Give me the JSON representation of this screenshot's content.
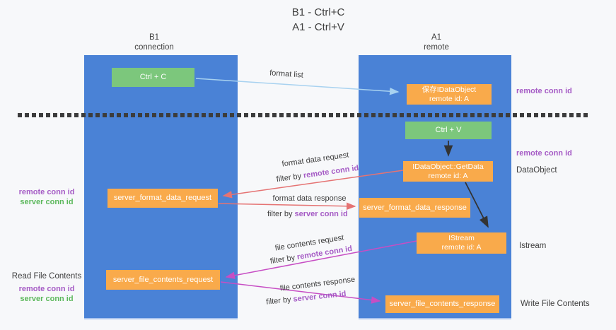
{
  "title": {
    "line1": "B1 - Ctrl+C",
    "line2": "A1 - Ctrl+V"
  },
  "lanes": {
    "left": {
      "name": "B1",
      "subtitle": "connection"
    },
    "right": {
      "name": "A1",
      "subtitle": "remote"
    }
  },
  "nodes": {
    "ctrl_c": {
      "label": "Ctrl + C"
    },
    "save_dataobject": {
      "line1": "保存IDataObject",
      "line2": "remote id: A"
    },
    "ctrl_v": {
      "label": "Ctrl + V"
    },
    "getdata": {
      "line1": "IDataObject::GetData",
      "line2": "remote id: A"
    },
    "format_request": {
      "label": "server_format_data_request"
    },
    "format_response": {
      "label": "server_format_data_response"
    },
    "istream": {
      "line1": "IStream",
      "line2": "remote id: A"
    },
    "file_request": {
      "label": "server_file_contents_request"
    },
    "file_response": {
      "label": "server_file_contents_response"
    }
  },
  "flow_labels": {
    "format_list": "format list",
    "format_data_request": "format data request",
    "format_data_response": "format data response",
    "file_contents_request": "file contents request",
    "file_contents_response": "file contents response",
    "filter_by": "filter by ",
    "remote_conn_id": "remote conn id",
    "server_conn_id": "server conn id"
  },
  "side_labels": {
    "remote_conn_id": "remote conn id",
    "server_conn_id": "server conn id",
    "dataobject": "DataObject",
    "istream": "Istream",
    "read_file_contents": "Read File Contents",
    "write_file_contents": "Write File Contents"
  },
  "colors": {
    "lane_blue": "#4a82d6",
    "node_green": "#7cc77c",
    "node_orange": "#f9aa4b",
    "arrow_salmon": "#e57373",
    "arrow_magenta": "#c74ec4",
    "arrow_lightblue": "#a8d2f0",
    "arrow_black": "#333333",
    "label_purple": "#a55bc5",
    "label_green": "#5cb85c",
    "dashed_line": "#3c3c3c",
    "background": "#f7f8fa"
  }
}
